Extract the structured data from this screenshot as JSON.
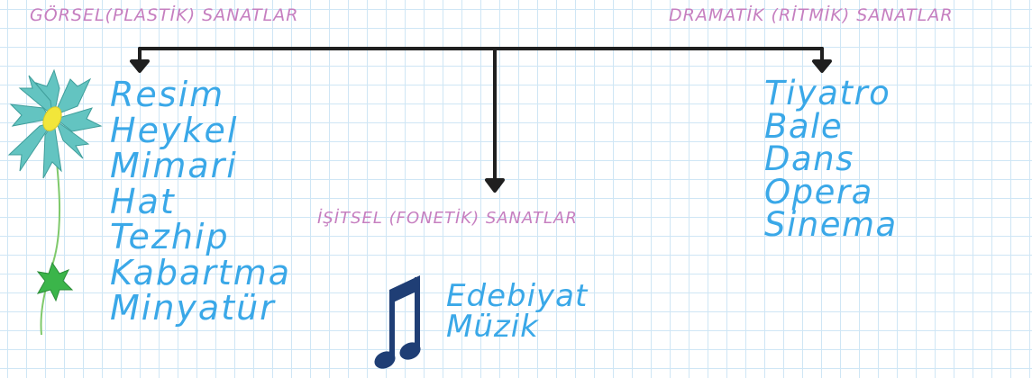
{
  "headings": {
    "visual": "GÖRSEL(PLASTİK) SANATLAR",
    "dramatic": "DRAMATİK (RİTMİK) SANATLAR",
    "auditory": "İŞİTSEL (FONETİK) SANATLAR"
  },
  "visual_arts": [
    "Resim",
    "Heykel",
    "Mimari",
    "Hat",
    "Tezhip",
    "Kabartma",
    "Minyatür"
  ],
  "dramatic_arts": [
    "Tiyatro",
    "Bale",
    "Dans",
    "Opera",
    "Sinema"
  ],
  "auditory_arts": [
    "Edebiyat",
    "Müzik"
  ],
  "colors": {
    "heading": "#c67fc0",
    "items": "#3aa8e8",
    "arrows": "#1f1f1f",
    "flower_petals": "#63c4c1",
    "flower_center": "#f2e63a",
    "leaf": "#3bb54a",
    "music_note": "#1f3e75"
  },
  "icons": {
    "flower": "daisy-flower-icon",
    "note": "beamed-eighth-notes-icon"
  }
}
